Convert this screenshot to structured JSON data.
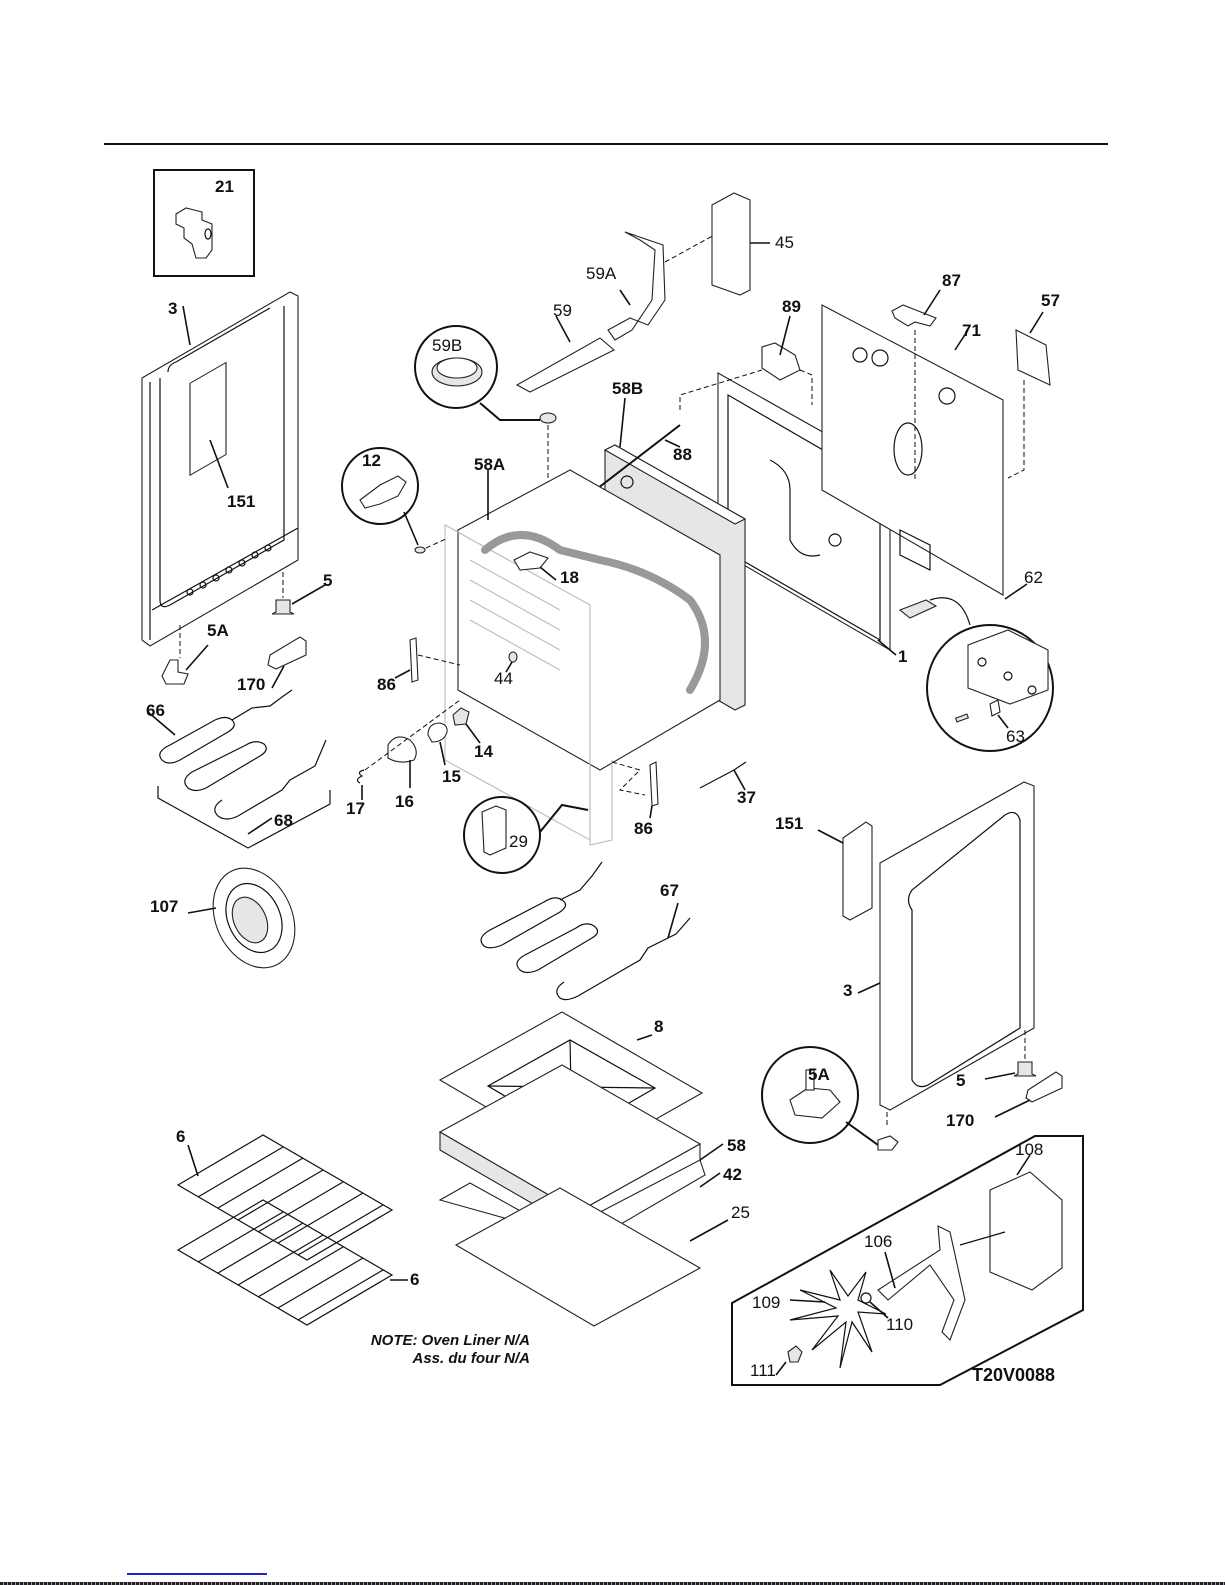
{
  "document": {
    "drawing_code": "T20V0088",
    "note_line1": "NOTE: Oven Liner N/A",
    "note_line2": "Ass. du four N/A"
  },
  "parts": {
    "p21": "21",
    "p3_left": "3",
    "p151_left": "151",
    "p5_left": "5",
    "p5A_left": "5A",
    "p170_left": "170",
    "p66": "66",
    "p68": "68",
    "p107": "107",
    "p6_top": "6",
    "p6_bottom": "6",
    "p59B": "59B",
    "p59": "59",
    "p59A": "59A",
    "p45": "45",
    "p87": "87",
    "p57": "57",
    "p71": "71",
    "p89": "89",
    "p58B": "58B",
    "p88": "88",
    "p12": "12",
    "p58A": "58A",
    "p18": "18",
    "p86_left": "86",
    "p44": "44",
    "p14": "14",
    "p15": "15",
    "p16": "16",
    "p17": "17",
    "p29": "29",
    "p86_right": "86",
    "p37": "37",
    "p1": "1",
    "p62": "62",
    "p63": "63",
    "p151_right": "151",
    "p67": "67",
    "p3_right": "3",
    "p5A_right": "5A",
    "p5_right": "5",
    "p170_right": "170",
    "p8": "8",
    "p58": "58",
    "p42": "42",
    "p25": "25",
    "p108": "108",
    "p106": "106",
    "p109": "109",
    "p110": "110",
    "p111": "111"
  }
}
